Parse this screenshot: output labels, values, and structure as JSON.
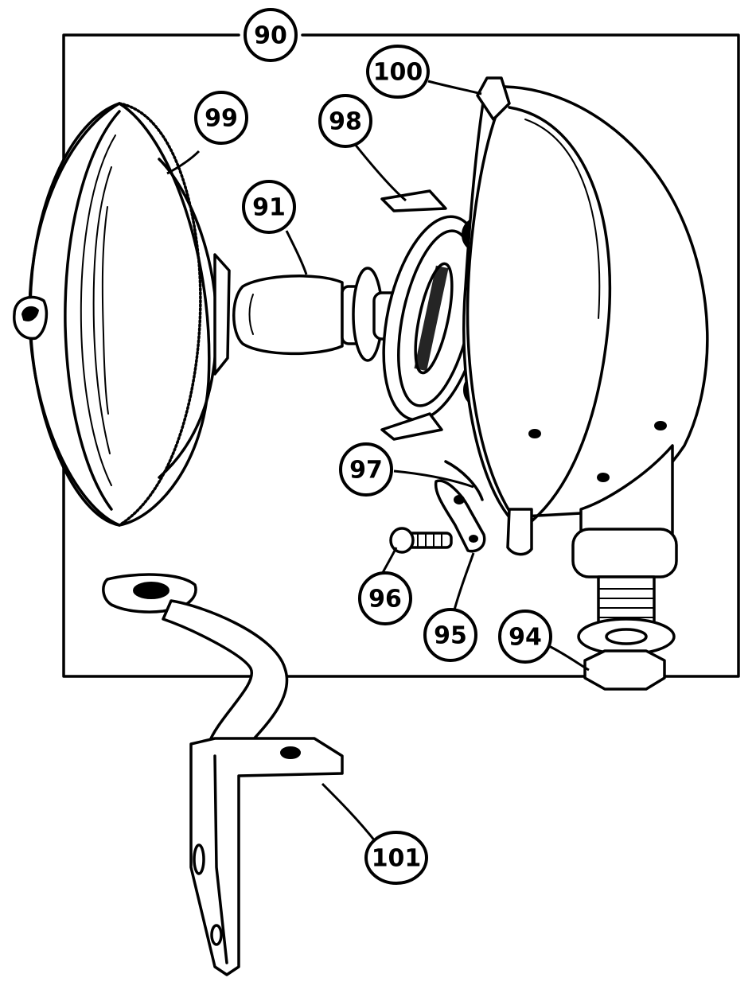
{
  "callouts": {
    "c90": "90",
    "c91": "91",
    "c94": "94",
    "c95": "95",
    "c96": "96",
    "c97": "97",
    "c98": "98",
    "c99": "99",
    "c100": "100",
    "c101": "101"
  }
}
